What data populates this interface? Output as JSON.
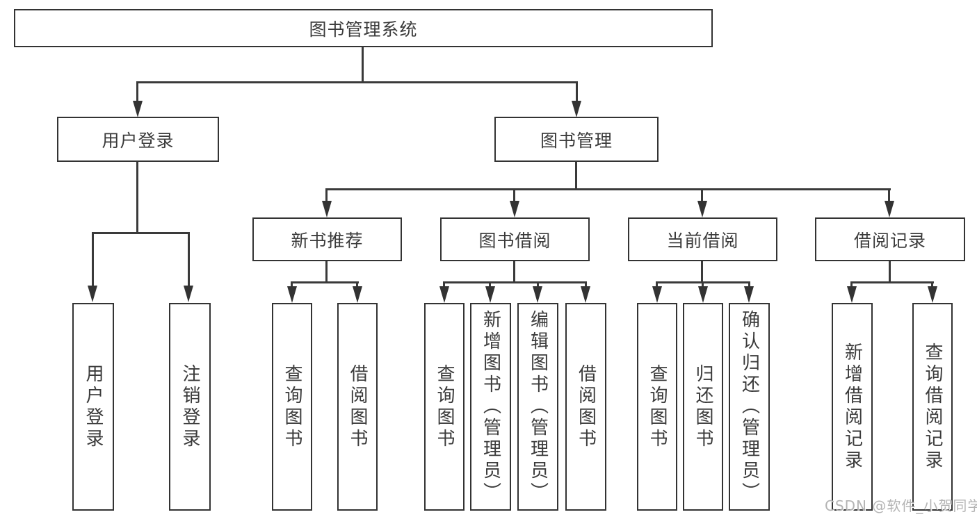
{
  "nodes": {
    "root": "图书管理系统",
    "level2": {
      "user_login": "用户登录",
      "book_management": "图书管理"
    },
    "level3": {
      "new_book_recommend": "新书推荐",
      "book_borrow": "图书借阅",
      "current_borrow": "当前借阅",
      "borrow_record": "借阅记录"
    },
    "leaves": {
      "login": "用户登录",
      "logout": "注销登录",
      "recommend_query": "查询图书",
      "recommend_borrow": "借阅图书",
      "borrow_query": "查询图书",
      "borrow_add": "新增图书（管理员）",
      "borrow_edit": "编辑图书（管理员）",
      "borrow_borrow": "借阅图书",
      "current_query": "查询图书",
      "current_return": "归还图书",
      "current_confirm": "确认归还（管理员）",
      "record_add": "新增借阅记录",
      "record_query": "查询借阅记录"
    }
  },
  "watermark": "CSDN @软件_小贺同学",
  "colors": {
    "line": "#3a3a3a",
    "border": "#333333",
    "text": "#3b3b3b",
    "background": "#ffffff",
    "watermark": "#b0b0b0"
  }
}
